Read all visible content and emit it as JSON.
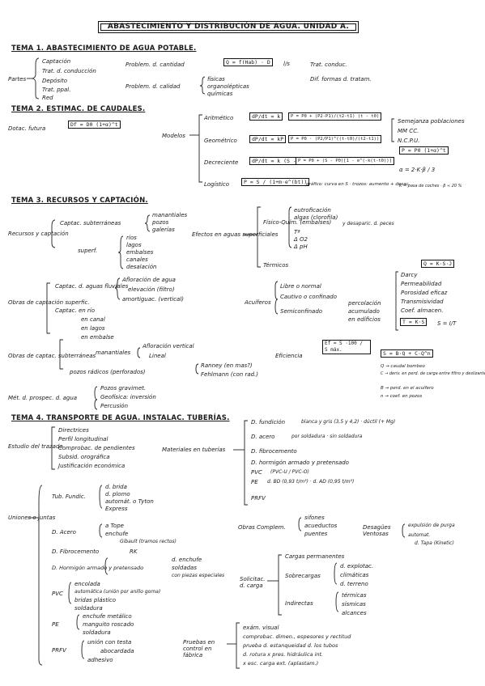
{
  "title": "ABASTECIMIENTO Y DISTRIBUCIÓN DE AGUA. UNIDAD A.",
  "tema1": {
    "heading": "TEMA 1. ABASTECIMIENTO DE AGUA POTABLE.",
    "partes_label": "Partes",
    "partes": [
      "Captación",
      "Trat. d. conducción",
      "Depósito",
      "Trat. ppal.",
      "Red"
    ],
    "problema_cantidad": "Problem. d. cantidad",
    "cantidad_formula": "Q = f(Hab) · D",
    "cantidad_unit": "l/s",
    "problema_calidad": "Problem. d. calidad",
    "calidad_items": [
      "físicas",
      "organolépticas",
      "químicas"
    ],
    "tratamientos": [
      "Trat. conduc.",
      "Dif. formas d. tratam."
    ]
  },
  "tema2": {
    "heading": "TEMA 2. ESTIMAC. DE CAUDALES.",
    "dotacion_label": "Dotac. futura",
    "dotacion_formula": "Df = D0 (1+α)^t",
    "modelos_label": "Modelos",
    "modelos": [
      {
        "name": "Aritmético",
        "diff": "dP/dt = k",
        "sol": "P = P0 + (P2-P1)/(t2-t1) (t - t0)"
      },
      {
        "name": "Geométrico",
        "diff": "dP/dt = kP",
        "sol": "P = P0 · (P2/P1)^((t-t0)/(t2-t1))"
      },
      {
        "name": "Decreciente",
        "diff": "dP/dt = k (S - P)",
        "sol": "P = P0 + (S - P0)[1 - e^(-k(t-t0))]"
      },
      {
        "name": "Logístico",
        "diff": "P = S / (1+m·e^(bt))",
        "sol": "gráfico: curva en S · trozos: aumento + desac."
      }
    ],
    "otros": [
      "Semejanza poblaciones",
      "MM CC.",
      "N.C.P.U."
    ],
    "interes_formula": "P = P0 (1+α)^t",
    "alpha_note": "α = 2·K·β / 3",
    "k_note": "K = pasa de coches · β ≈ 20 %"
  },
  "tema3": {
    "heading": "TEMA 3. RECURSOS Y CAPTACIÓN.",
    "recursos_label": "Recursos y captación",
    "captac_subterraneas": "Captac. subterráneas",
    "subterraneas_items": [
      "manantiales",
      "pozos",
      "galerías"
    ],
    "superficiales": "superf.",
    "superf_items": [
      "ríos",
      "lagos",
      "embalses",
      "canales",
      "desalación"
    ],
    "efectos_label": "Efectos en aguas superficiales",
    "fisico_quim": "Físico-Quím. (embalses)",
    "fisico_items": [
      "eutroficación",
      "algas (clorofila)",
      "Tª",
      "Δ O2",
      "Δ pH"
    ],
    "fisico_note": "y desaparic. d. peces",
    "termicos": "Térmicos",
    "ksj_formula": "Q = K·S·J",
    "ksj_items": [
      "Darcy",
      "Permeabilidad",
      "Porosidad eficaz",
      "Transmisividad",
      "Coef. almacen."
    ],
    "tks_formula": "T = K·S",
    "s_formula": "S = I/T",
    "obras_label": "Obras de captación superfic.",
    "capt_fluvial": "Captac. d. aguas fluviales",
    "fluvial_items": [
      "Afloración de agua",
      "elevación (filtro)",
      "amortiguac. (vertical)"
    ],
    "capt_entorno": "Captac. en río",
    "entorno_items": [
      "en canal",
      "en lagos",
      "en embalse"
    ],
    "acuiferos_label": "Acuíferos",
    "acuiferos": [
      "Libre o normal",
      "Cautivo o confinado",
      "Semiconfinado"
    ],
    "semiconf_items": [
      "percolación",
      "acumulado",
      "en edificios"
    ],
    "obras_subt_label": "Obras de captac. subterráneas",
    "manantiales": "manantiales",
    "manant_items": [
      "Afloración vertical",
      "Lineal"
    ],
    "pozos_label": "pozos rádicos (perforados)",
    "pozos_items": [
      "Ranney (en mas?)",
      "Fehlmann (con rad.)"
    ],
    "eficiencia_label": "Eficiencia",
    "eficiencia_formula": "Ef = S ·100 / S máx.",
    "s_bc_formula": "S = B·Q + C·Q^n",
    "s_items": [
      "Q → caudal bombeo",
      "C → deriv. en perd. de carga entre filtro y deslizante",
      "B → perd. en el acuífero",
      "n → coef. en pozos"
    ],
    "metodos_label": "Mét. d. prospec. d. agua",
    "metodos": [
      "Pozos gravimet.",
      "Geofísica: inversión",
      "Percusión"
    ]
  },
  "tema4": {
    "heading": "TEMA 4. TRANSPORTE DE AGUA. INSTALAC. TUBERÍAS.",
    "estudio_label": "Estudio del trazado",
    "estudio_items": [
      "Directrices",
      "Perfil longitudinal",
      "Comprobac. de pendientes",
      "Subsid. orográfica",
      "Justificación económica"
    ],
    "materiales_label": "Materiales en tuberías",
    "materiales": [
      {
        "name": "D. fundición",
        "detail": "blanca y gris (3,5 y 4,2) · dúctil (+ Mg)"
      },
      {
        "name": "D. acero",
        "detail": "por soldadura · sin soldadura"
      },
      {
        "name": "D. fibrocemento",
        "detail": ""
      },
      {
        "name": "D. hormigón armado y pretensado",
        "detail": ""
      },
      {
        "name": "PVC",
        "detail": "(PVC-U / PVC-O)"
      },
      {
        "name": "PE",
        "detail": "d. BD (0,93 t/m³) · d. AD (0,95 t/m³)"
      },
      {
        "name": "PRFV",
        "detail": ""
      }
    ],
    "uniones_label": "Uniones o juntas",
    "uniones": [
      {
        "name": "Tub. Fundic.",
        "items": [
          "d. brida",
          "d. plomo",
          "automát. o Tyton",
          "Express"
        ]
      },
      {
        "name": "D. Acero",
        "items": [
          "a Tope",
          "enchufe",
          "Gibault (tramos rectos)"
        ]
      },
      {
        "name": "D. Fibrocemento",
        "items": [
          "RK"
        ]
      },
      {
        "name": "D. Hormigón armado y pretensado",
        "items": [
          "d. enchufe",
          "soldadas",
          "con piezas especiales"
        ]
      },
      {
        "name": "PVC",
        "items": [
          "encolada",
          "automática (unión por anillo goma)",
          "bridas plástico",
          "soldadura"
        ]
      },
      {
        "name": "PE",
        "items": [
          "enchufe metálico",
          "manguito roscado",
          "soldadura"
        ]
      },
      {
        "name": "PRFV",
        "items": [
          "unión con testa",
          "abocardada",
          "adhesivo"
        ]
      }
    ],
    "obras_label": "Obras Complem.",
    "obras_items": [
      "sifones",
      "acueductos",
      "puentes"
    ],
    "desagues_label": "Desagües Ventosas",
    "desagues_items": [
      "expulsión de purga",
      "automat.",
      "d. Tapa (Kinetic)"
    ],
    "solicitac_label": "Solicitac. d. carga",
    "solicitac": [
      "Cargas permanentes",
      "Sobrecargas",
      "Indirectas"
    ],
    "sobrecargas_items": [
      "d. explotac.",
      "climáticas",
      "d. terreno"
    ],
    "indirectas_items": [
      "térmicas",
      "sísmicas",
      "alcances"
    ],
    "pruebas_label": "Pruebas en control en fábrica",
    "pruebas_items": [
      "exám. visual",
      "comprobac. dimen., espesores y rectitud",
      "prueba d. estanqueidad d. los tubos",
      "d. rotura x pres. hidráulica int.",
      "x esc. carga ext. (aplastam.)"
    ]
  }
}
